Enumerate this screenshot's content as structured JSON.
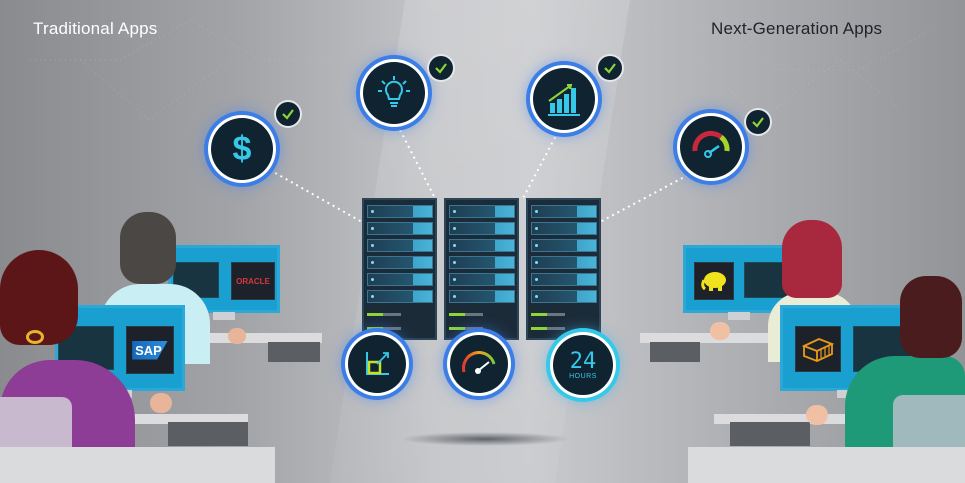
{
  "headings": {
    "left": "Traditional Apps",
    "right": "Next-Generation Apps"
  },
  "top_icons": [
    {
      "name": "dollar-icon",
      "glyph": "$",
      "checked": true
    },
    {
      "name": "lightbulb-icon",
      "checked": true
    },
    {
      "name": "growth-chart-icon",
      "checked": true
    },
    {
      "name": "performance-gauge-icon",
      "checked": true
    }
  ],
  "bottom_icons": [
    {
      "name": "scale-resize-icon"
    },
    {
      "name": "speedometer-icon"
    },
    {
      "name": "availability-24-hours-icon",
      "number": "24",
      "label": "HOURS"
    }
  ],
  "servers": {
    "racks": 3,
    "slots_per_rack": 6
  },
  "workstations": {
    "left": [
      {
        "person": "man-in-light-blue-shirt",
        "app_logo": "ORACLE",
        "logo_color": "#d03a3e"
      },
      {
        "person": "woman-in-purple-shirt",
        "app_logo": "SAP",
        "logo_color": "#1566b7"
      }
    ],
    "right": [
      {
        "person": "woman-with-red-hair",
        "app_logo": "hadoop-elephant",
        "logo_color": "#f2e21d"
      },
      {
        "person": "man-in-green-shirt",
        "app_logo": "container",
        "logo_color": "#e89a1a"
      }
    ]
  },
  "colors": {
    "accent_blue": "#3d7ee6",
    "check_green": "#8ed53a",
    "icon_cyan": "#36c8e8",
    "screen_blue": "#1a9fd1"
  }
}
